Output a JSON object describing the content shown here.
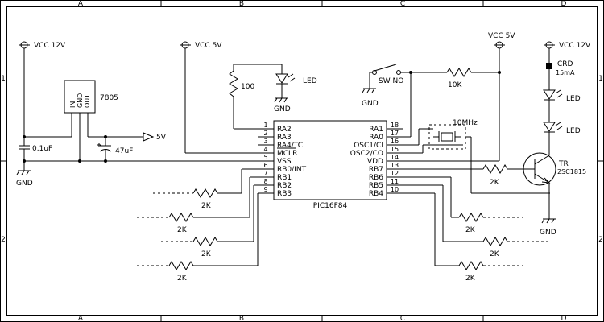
{
  "grid": {
    "columns": [
      "A",
      "B",
      "C",
      "D"
    ],
    "rows": [
      "1",
      "2"
    ]
  },
  "power": {
    "vcc12_left": "VCC 12V",
    "vcc5_mid": "VCC 5V",
    "vcc5_right": "VCC 5V",
    "vcc12_right": "VCC 12V"
  },
  "gnd": {
    "label": "GND"
  },
  "regulator": {
    "name": "7805",
    "pins": [
      "IN",
      "GND",
      "OUT"
    ],
    "output": "5V"
  },
  "caps": {
    "c1": "0.1uF",
    "c2": "47uF"
  },
  "components": {
    "r100": "100",
    "led": "LED",
    "switch": "SW NO",
    "r10k": "10K",
    "crystal": "10MHz",
    "crd": "CRD",
    "crd_current": "15mA",
    "tr": "TR",
    "tr_part": "2SC1815",
    "r_base": "2K",
    "r2k": "2K"
  },
  "ic": {
    "name": "PIC16F84",
    "left_pins": [
      {
        "num": "1",
        "name": "RA2"
      },
      {
        "num": "2",
        "name": "RA3"
      },
      {
        "num": "3",
        "name": "RA4/TC"
      },
      {
        "num": "4",
        "name": "MCLR"
      },
      {
        "num": "5",
        "name": "VSS"
      },
      {
        "num": "6",
        "name": "RB0/INT"
      },
      {
        "num": "7",
        "name": "RB1"
      },
      {
        "num": "8",
        "name": "RB2"
      },
      {
        "num": "9",
        "name": "RB3"
      }
    ],
    "right_pins": [
      {
        "num": "18",
        "name": "RA1"
      },
      {
        "num": "17",
        "name": "RA0"
      },
      {
        "num": "16",
        "name": "OSC1/CI"
      },
      {
        "num": "15",
        "name": "OSC2/CO"
      },
      {
        "num": "14",
        "name": "VDD"
      },
      {
        "num": "13",
        "name": "RB7"
      },
      {
        "num": "12",
        "name": "RB6"
      },
      {
        "num": "11",
        "name": "RB5"
      },
      {
        "num": "10",
        "name": "RB4"
      }
    ]
  }
}
